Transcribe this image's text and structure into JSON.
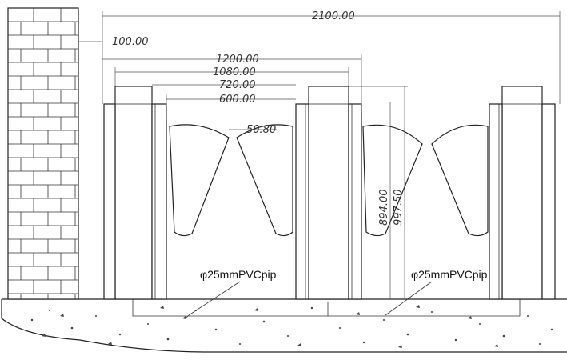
{
  "diagram": {
    "dimensions": {
      "overall_width": "2100.00",
      "wall_offset": "100.00",
      "outer_span": "1200.00",
      "inner_span": "1080.00",
      "passage_width": "720.00",
      "panel_span": "600.00",
      "gap": "50.80",
      "flap_height": "894.00",
      "cabinet_height": "997.50"
    },
    "pipe_labels": {
      "left": "φ25mmPVCpip",
      "right": "φ25mmPVCpip"
    }
  }
}
